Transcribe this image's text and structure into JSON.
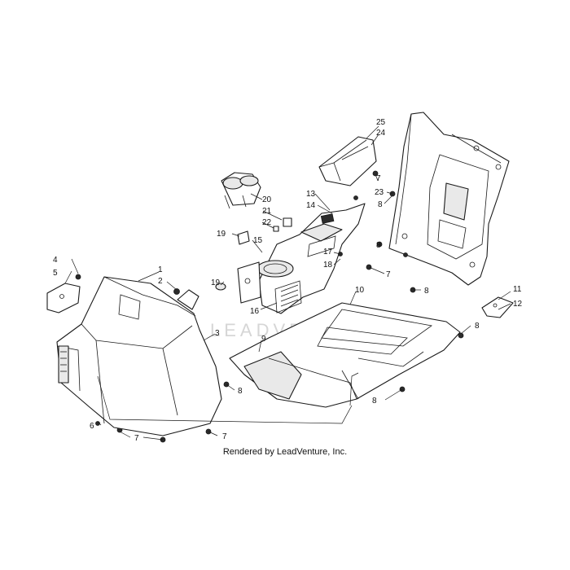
{
  "diagram": {
    "watermark": "LEADVENTURE",
    "credit": "Rendered by LeadVenture, Inc.",
    "callouts": [
      "1",
      "2",
      "3",
      "4",
      "5",
      "6",
      "7",
      "7",
      "7",
      "7",
      "7",
      "8",
      "8",
      "8",
      "8",
      "8",
      "8",
      "9",
      "10",
      "11",
      "12",
      "13",
      "14",
      "15",
      "16",
      "17",
      "18",
      "19",
      "19",
      "20",
      "21",
      "22",
      "23",
      "24",
      "25"
    ]
  }
}
